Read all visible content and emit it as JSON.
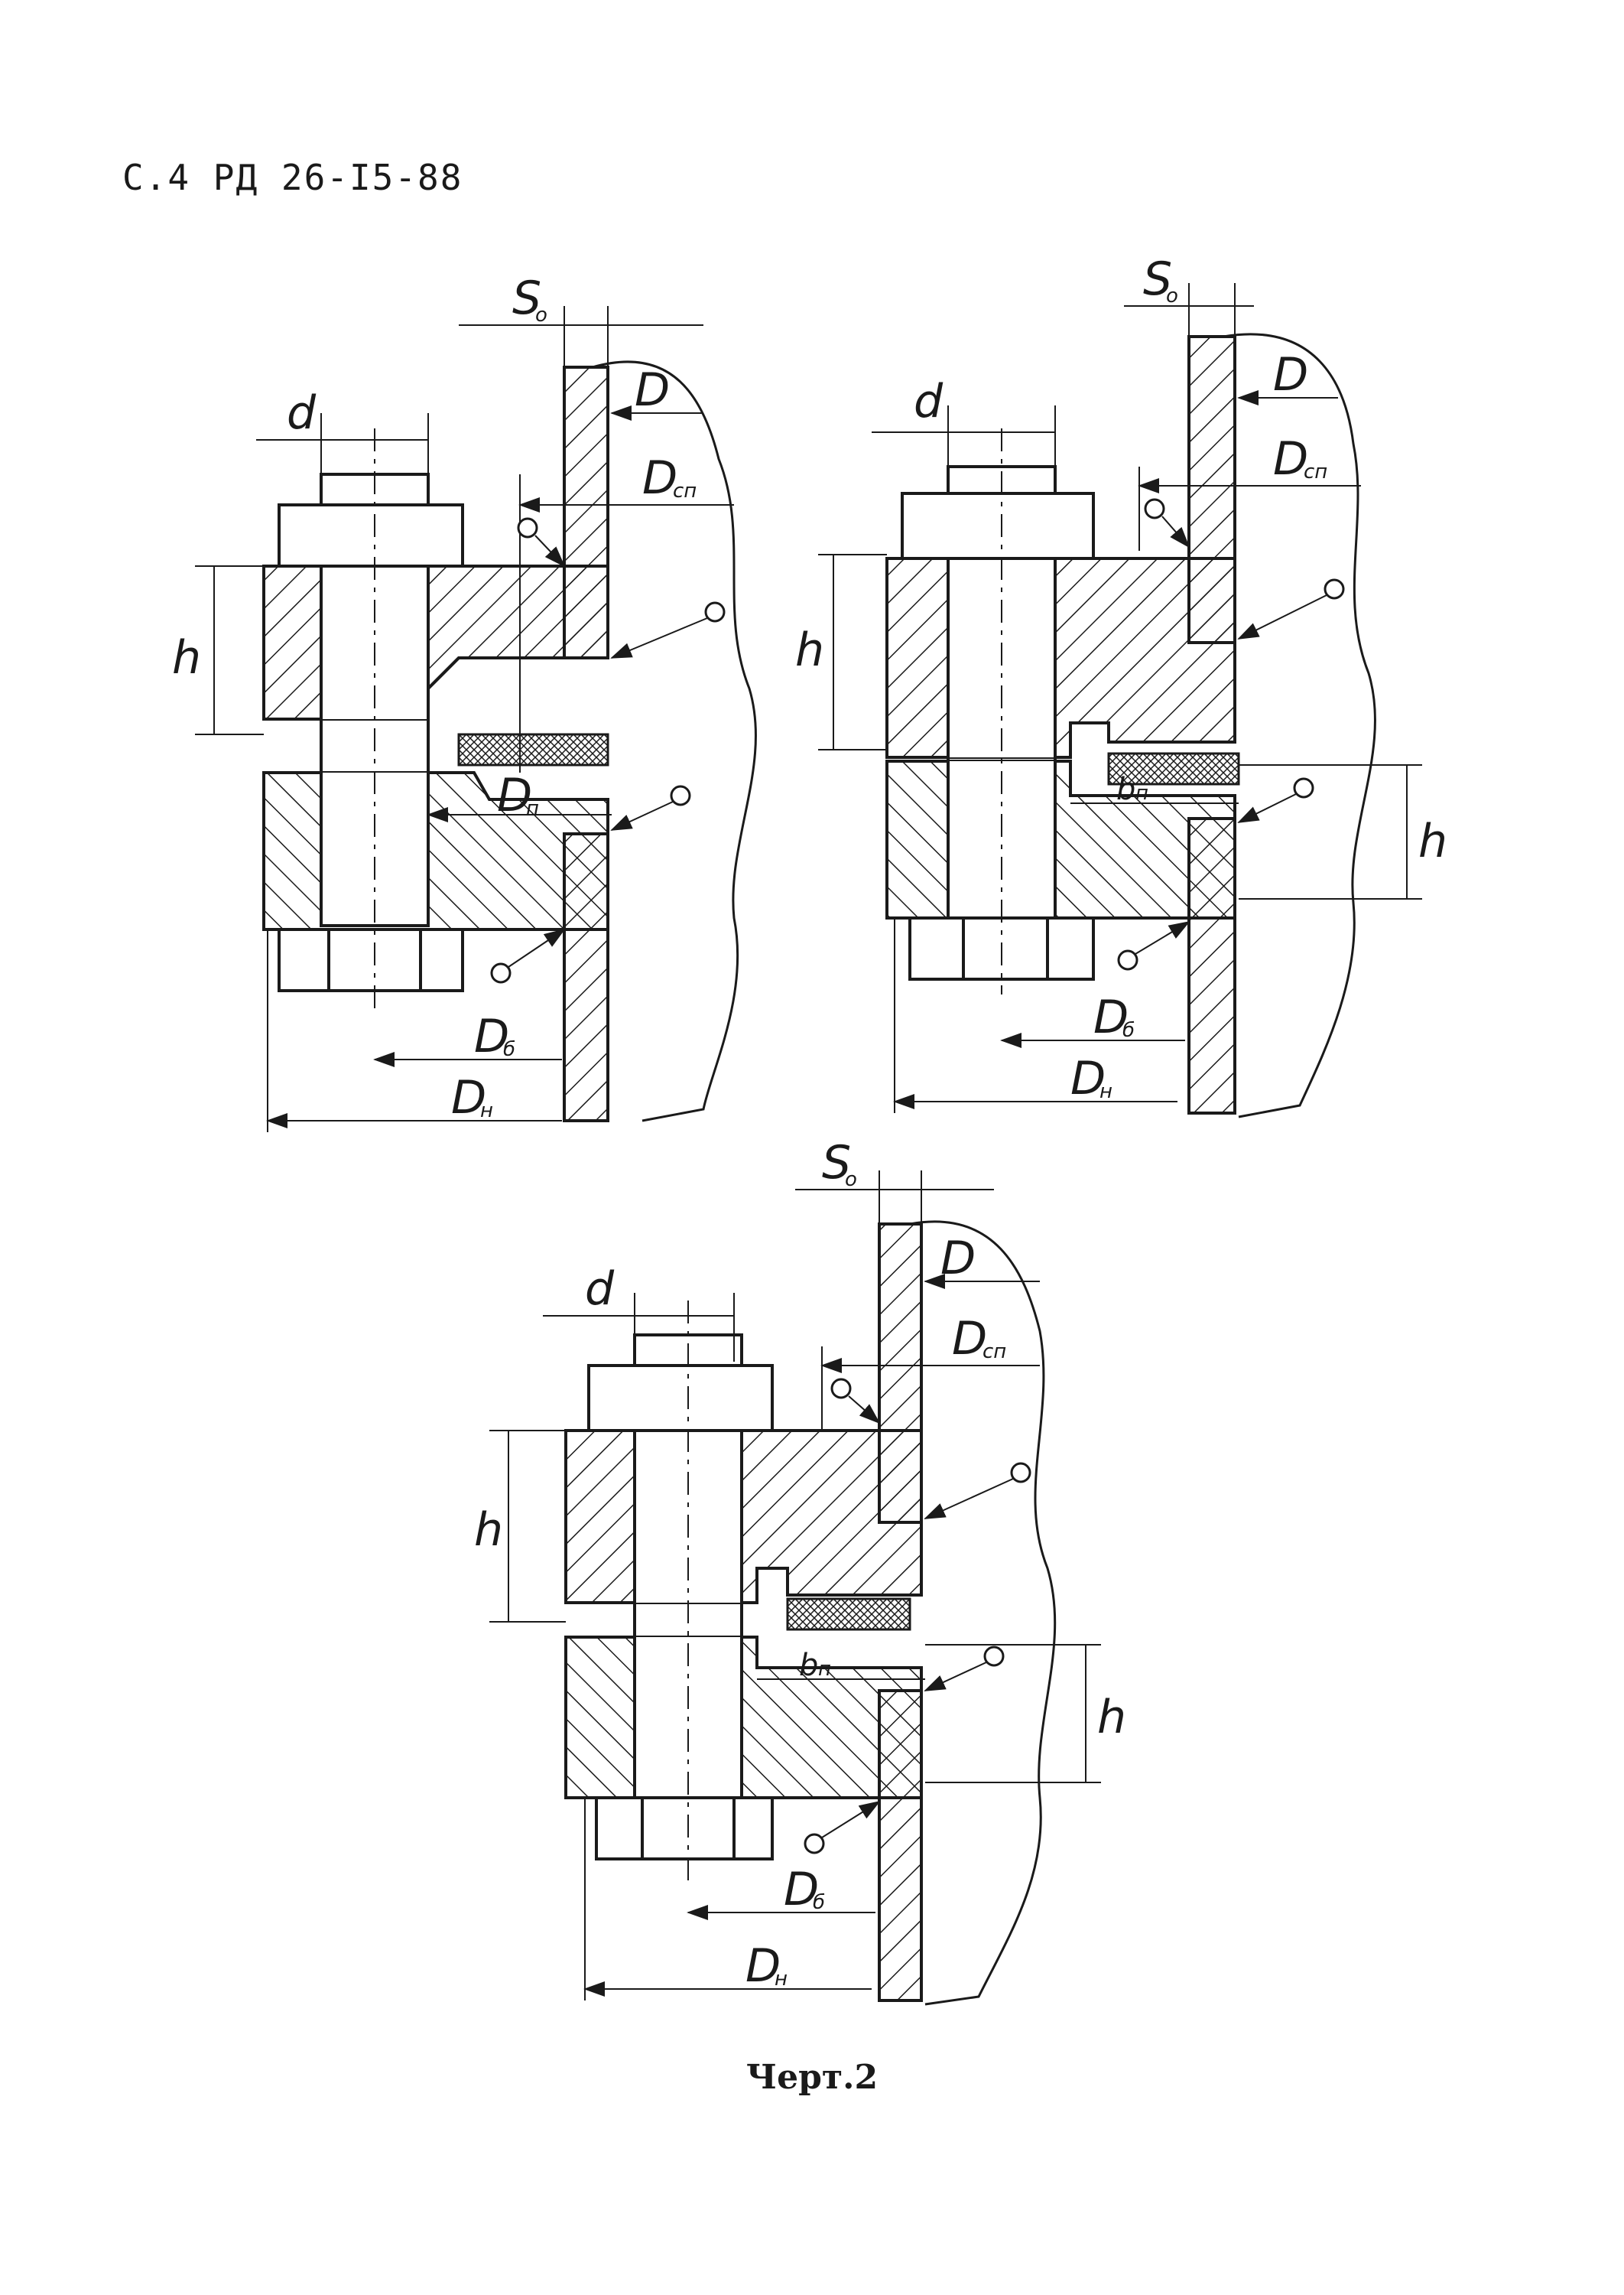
{
  "header": {
    "page": "С.4",
    "doc_code": "РД 26-I5-88"
  },
  "caption": "Черт.2",
  "labels": {
    "S0": "S",
    "S0_sub": "o",
    "D": "D",
    "Dcp": "D",
    "Dcp_sub": "сп",
    "d": "d",
    "h": "h",
    "Dp": "D",
    "Dp_sub": "п",
    "bp": "b",
    "bp_sub": "п",
    "Db": "D",
    "Db_sub": "б",
    "Dn": "D",
    "Dn_sub": "н"
  }
}
